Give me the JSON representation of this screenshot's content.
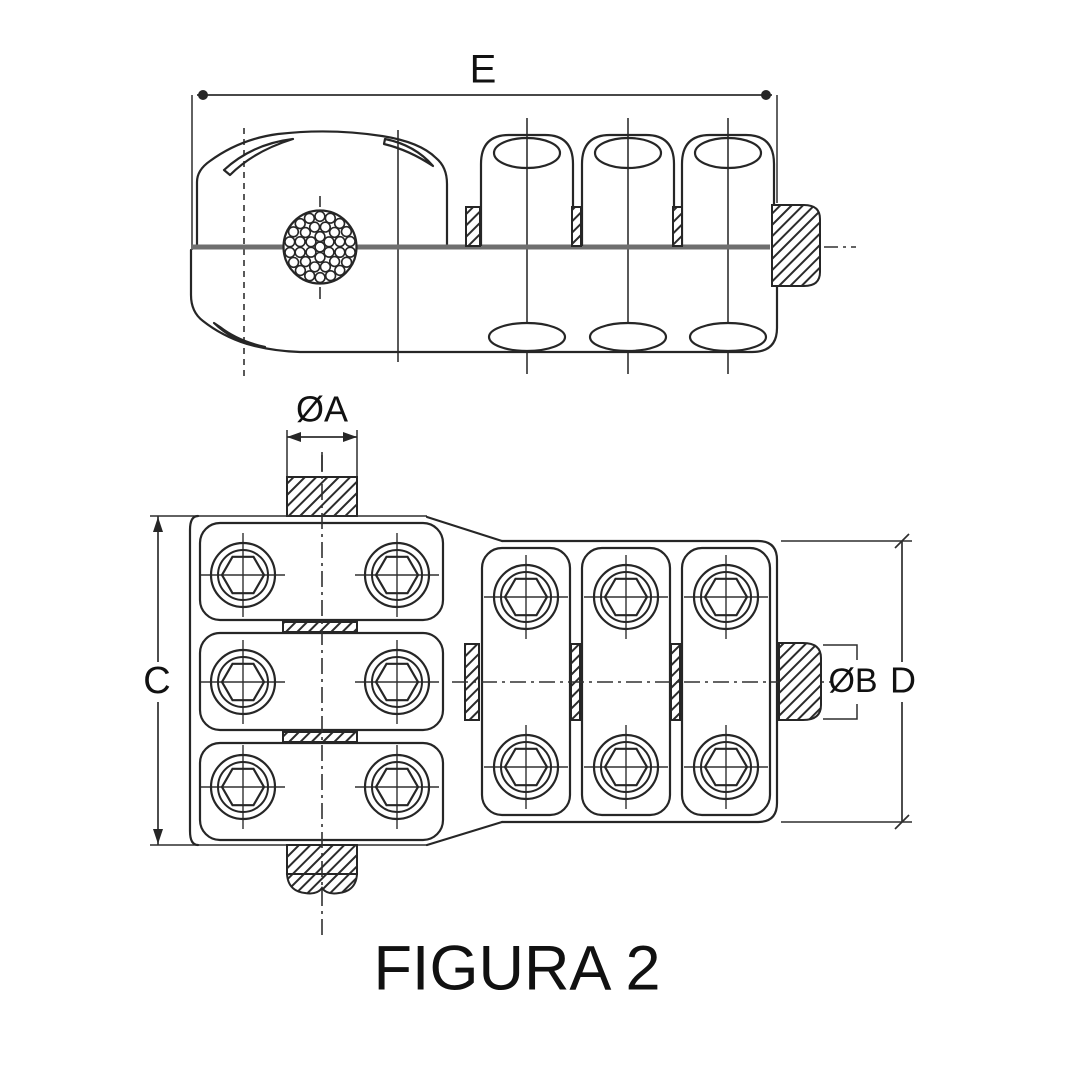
{
  "figure": {
    "caption": "FIGURA 2",
    "type": "technical-drawing",
    "subject": "parallel-groove-cable-clamp"
  },
  "top_view": {
    "dim_overall_length": "E"
  },
  "plan_view": {
    "dim_main_cable_diameter": "ØA",
    "dim_body_height": "C",
    "dim_tap_cable_diameter": "ØB",
    "dim_body_depth": "D"
  },
  "colors": {
    "line": "#262626",
    "seam": "#6f6f6f",
    "background": "#ffffff",
    "text": "#111111"
  }
}
